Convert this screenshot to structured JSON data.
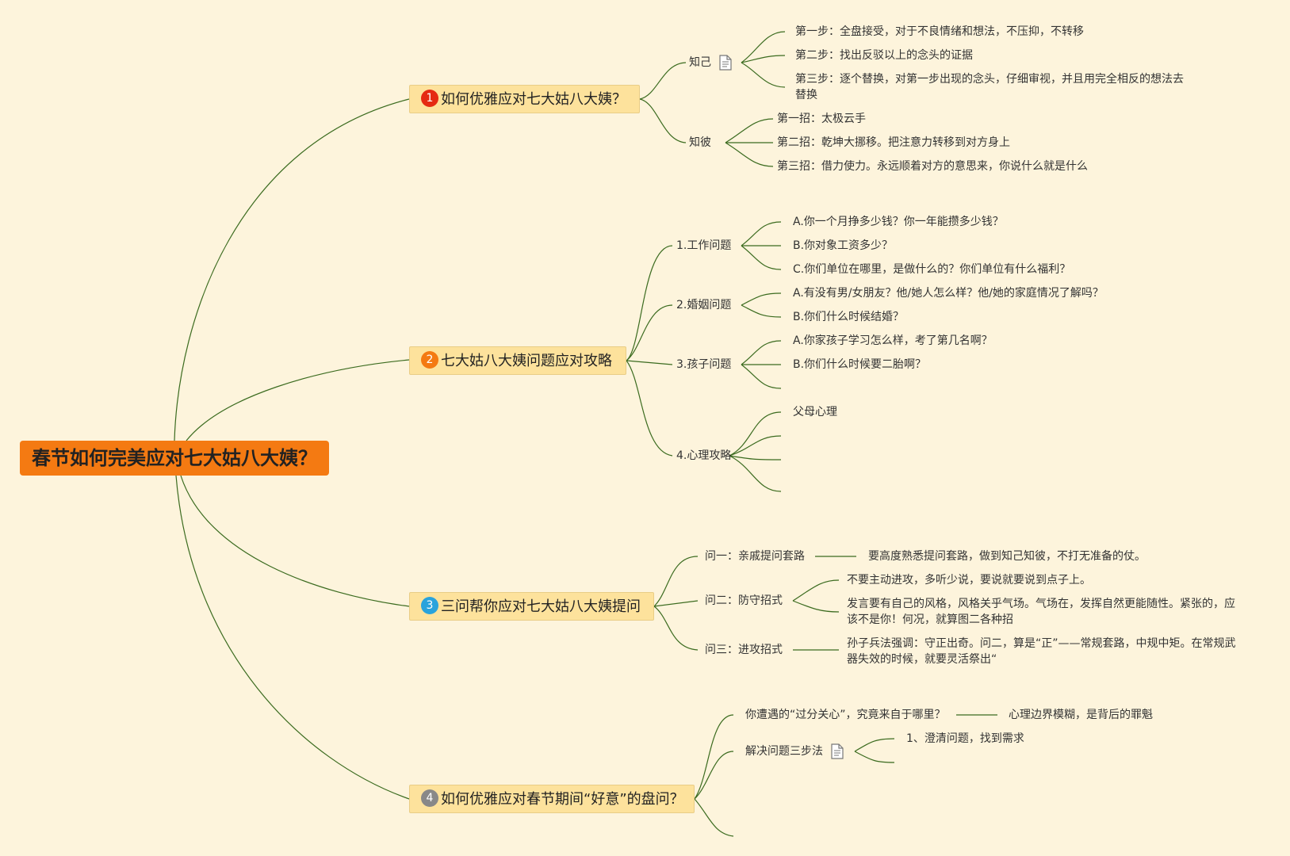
{
  "root": "春节如何完美应对七大姑八大姨？",
  "colors": {
    "root": "#f47a12",
    "topic_bg": "#fde29c",
    "line": "#3b6b1f",
    "num1": "#e52a12",
    "num2": "#f47a12",
    "num3": "#29a3dc",
    "num4": "#888888"
  },
  "topics": [
    {
      "num": "1",
      "label": "如何优雅应对七大姑八大姨？",
      "children": [
        {
          "label": "知己",
          "icon": "document-icon",
          "items": [
            "第一步：全盘接受，对于不良情绪和想法，不压抑，不转移",
            "第二步：找出反驳以上的念头的证据",
            "第三步：逐个替换，对第一步出现的念头，仔细审视，并且用完全相反的想法去替换"
          ]
        },
        {
          "label": "知彼",
          "items": [
            "第一招：太极云手",
            "第二招：乾坤大挪移。把注意力转移到对方身上",
            "第三招：借力使力。永远顺着对方的意思来，你说什么就是什么"
          ]
        }
      ]
    },
    {
      "num": "2",
      "label": "七大姑八大姨问题应对攻略",
      "children": [
        {
          "label": "1.工作问题",
          "items": [
            "A.你一个月挣多少钱？你一年能攒多少钱？",
            "B.你对象工资多少？",
            "C.你们单位在哪里，是做什么的？你们单位有什么福利？"
          ]
        },
        {
          "label": "2.婚姻问题",
          "items": [
            "A.有没有男/女朋友？他/她人怎么样？他/她的家庭情况了解吗？",
            "B.你们什么时候结婚？"
          ]
        },
        {
          "label": "3.孩子问题",
          "items": [
            "A.你家孩子学习怎么样，考了第几名啊？",
            "B.你们什么时候要二胎啊？"
          ]
        },
        {
          "label": "4.心理攻略",
          "items": [
            "父母心理"
          ]
        }
      ]
    },
    {
      "num": "3",
      "label": "三问帮你应对七大姑八大姨提问",
      "children": [
        {
          "label": "问一：亲戚提问套路",
          "items": [
            "要高度熟悉提问套路，做到知己知彼，不打无准备的仗。"
          ]
        },
        {
          "label": "问二：防守招式",
          "items": [
            "不要主动进攻，多听少说，要说就要说到点子上。",
            "发言要有自己的风格，风格关乎气场。气场在，发挥自然更能随性。紧张的，应该不是你！何况，就算图二各种招"
          ]
        },
        {
          "label": "问三：进攻招式",
          "items": [
            "孙子兵法强调：守正出奇。问二，算是“正”——常规套路，中规中矩。在常规武器失效的时候，就要灵活祭出“"
          ]
        }
      ]
    },
    {
      "num": "4",
      "label": "如何优雅应对春节期间“好意”的盘问？",
      "children": [
        {
          "label": "你遭遇的“过分关心”，究竟来自于哪里？",
          "items": [
            "心理边界模糊，是背后的罪魁"
          ]
        },
        {
          "label": "解决问题三步法",
          "icon": "document-icon",
          "items": [
            "1、澄清问题，找到需求"
          ]
        }
      ]
    }
  ]
}
